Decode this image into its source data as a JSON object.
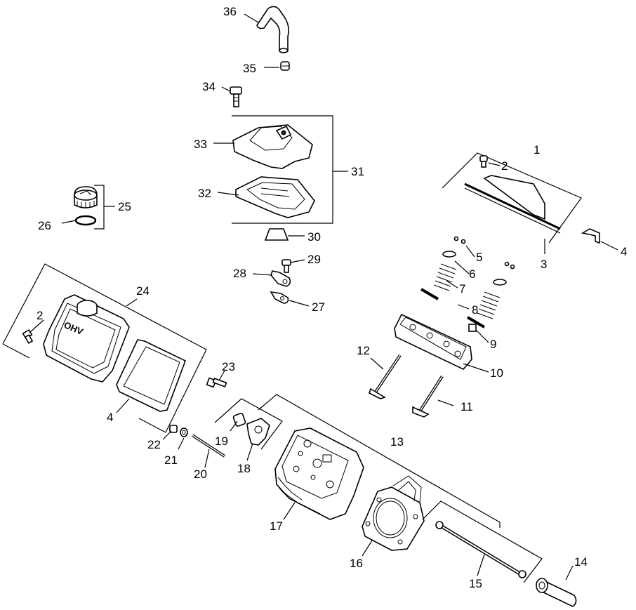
{
  "labels": {
    "p1": "1",
    "p2a": "2",
    "p2b": "2",
    "p3": "3",
    "p4a": "4",
    "p4b": "4",
    "p5": "5",
    "p6": "6",
    "p7": "7",
    "p8": "8",
    "p9": "9",
    "p10": "10",
    "p11": "11",
    "p12": "12",
    "p13": "13",
    "p14": "14",
    "p15": "15",
    "p16": "16",
    "p17": "17",
    "p18": "18",
    "p19": "19",
    "p20": "20",
    "p21": "21",
    "p22": "22",
    "p23": "23",
    "p24": "24",
    "p25": "25",
    "p26": "26",
    "p27": "27",
    "p28": "28",
    "p29": "29",
    "p30": "30",
    "p31": "31",
    "p32": "32",
    "p33": "33",
    "p34": "34",
    "p35": "35",
    "p36": "36"
  },
  "cover_emboss": "OHV"
}
